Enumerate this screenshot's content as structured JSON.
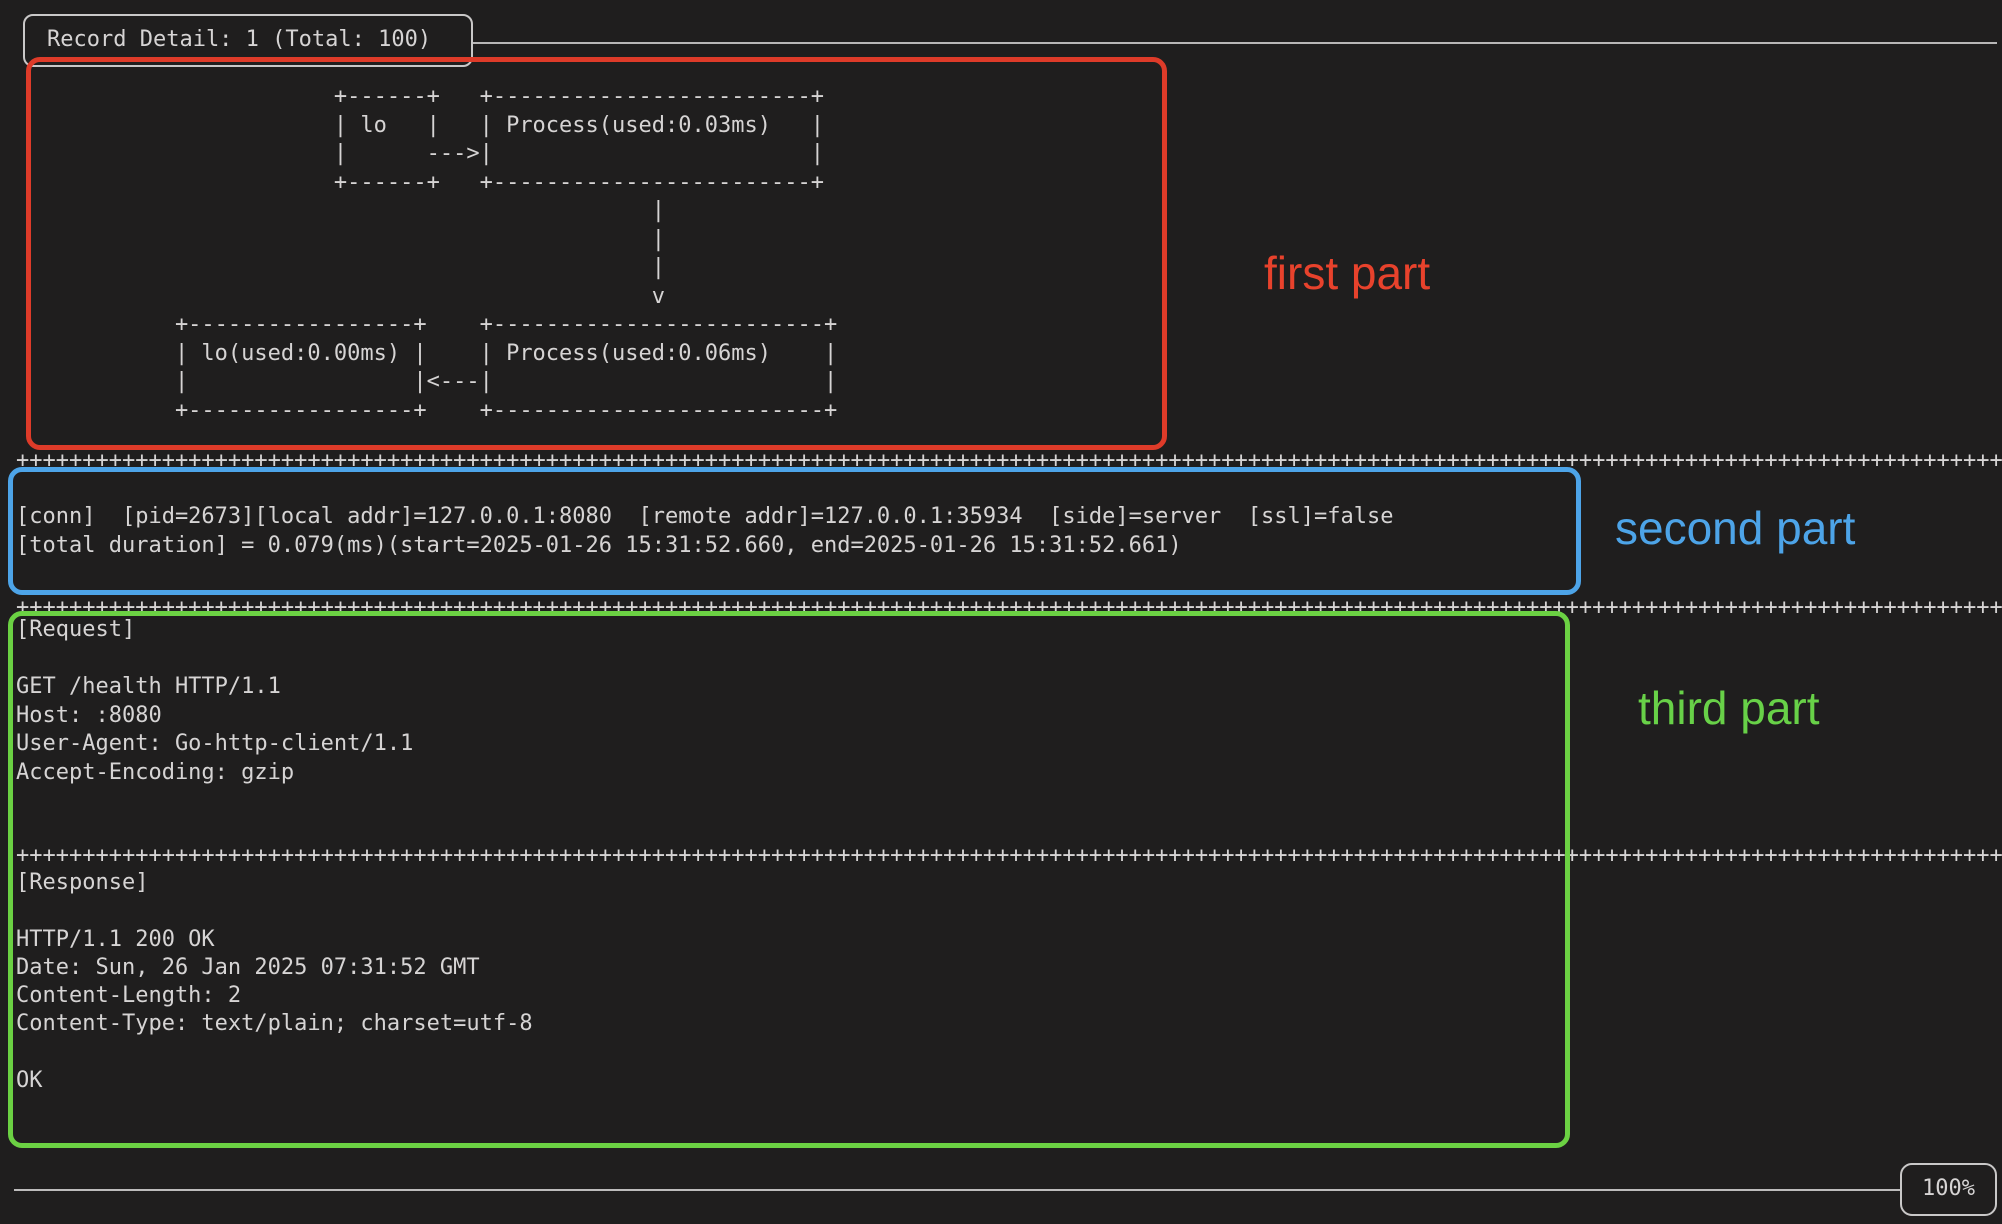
{
  "title_box": {
    "label": "Record Detail: 1 (Total: 100)"
  },
  "zoom_indicator": {
    "value": "100%"
  },
  "separator_row": "++++++++++++++++++++++++++++++++++++++++++++++++++++++++++++++++++++++++++++++++++++++++++++++++++++++++++++++++++++++++++++++++++++++++++++++++++++++",
  "diagram": {
    "lines": [
      "                        +------+   +------------------------+",
      "                        | lo   |   | Process(used:0.03ms)   |",
      "                        |      --->|                        |",
      "                        +------+   +------------------------+",
      "                                                |",
      "                                                |",
      "                                                |",
      "                                                v",
      "            +-----------------+    +-------------------------+",
      "            | lo(used:0.00ms) |    | Process(used:0.06ms)    |",
      "            |                 |<---|                         |",
      "            +-----------------+    +-------------------------+"
    ]
  },
  "conn": {
    "lines": [
      "[conn]  [pid=2673][local addr]=127.0.0.1:8080  [remote addr]=127.0.0.1:35934  [side]=server  [ssl]=false",
      "[total duration] = 0.079(ms)(start=2025-01-26 15:31:52.660, end=2025-01-26 15:31:52.661)"
    ]
  },
  "request": {
    "lines": [
      "[Request]",
      "",
      "GET /health HTTP/1.1",
      "Host: :8080",
      "User-Agent: Go-http-client/1.1",
      "Accept-Encoding: gzip"
    ]
  },
  "response": {
    "lines": [
      "[Response]",
      "",
      "HTTP/1.1 200 OK",
      "Date: Sun, 26 Jan 2025 07:31:52 GMT",
      "Content-Length: 2",
      "Content-Type: text/plain; charset=utf-8",
      "",
      "OK"
    ]
  },
  "annotations": {
    "first": {
      "label": "first part",
      "color": "#e8422c"
    },
    "second": {
      "label": "second part",
      "color": "#4da4e8"
    },
    "third": {
      "label": "third part",
      "color": "#68d148"
    }
  },
  "colors": {
    "background": "#1f1e1e",
    "foreground": "#d6d4d4",
    "chrome_gray": "#c9c8c8",
    "annotation_red": "#de3b29",
    "annotation_blue": "#4da4e8",
    "annotation_green": "#6bd143"
  }
}
